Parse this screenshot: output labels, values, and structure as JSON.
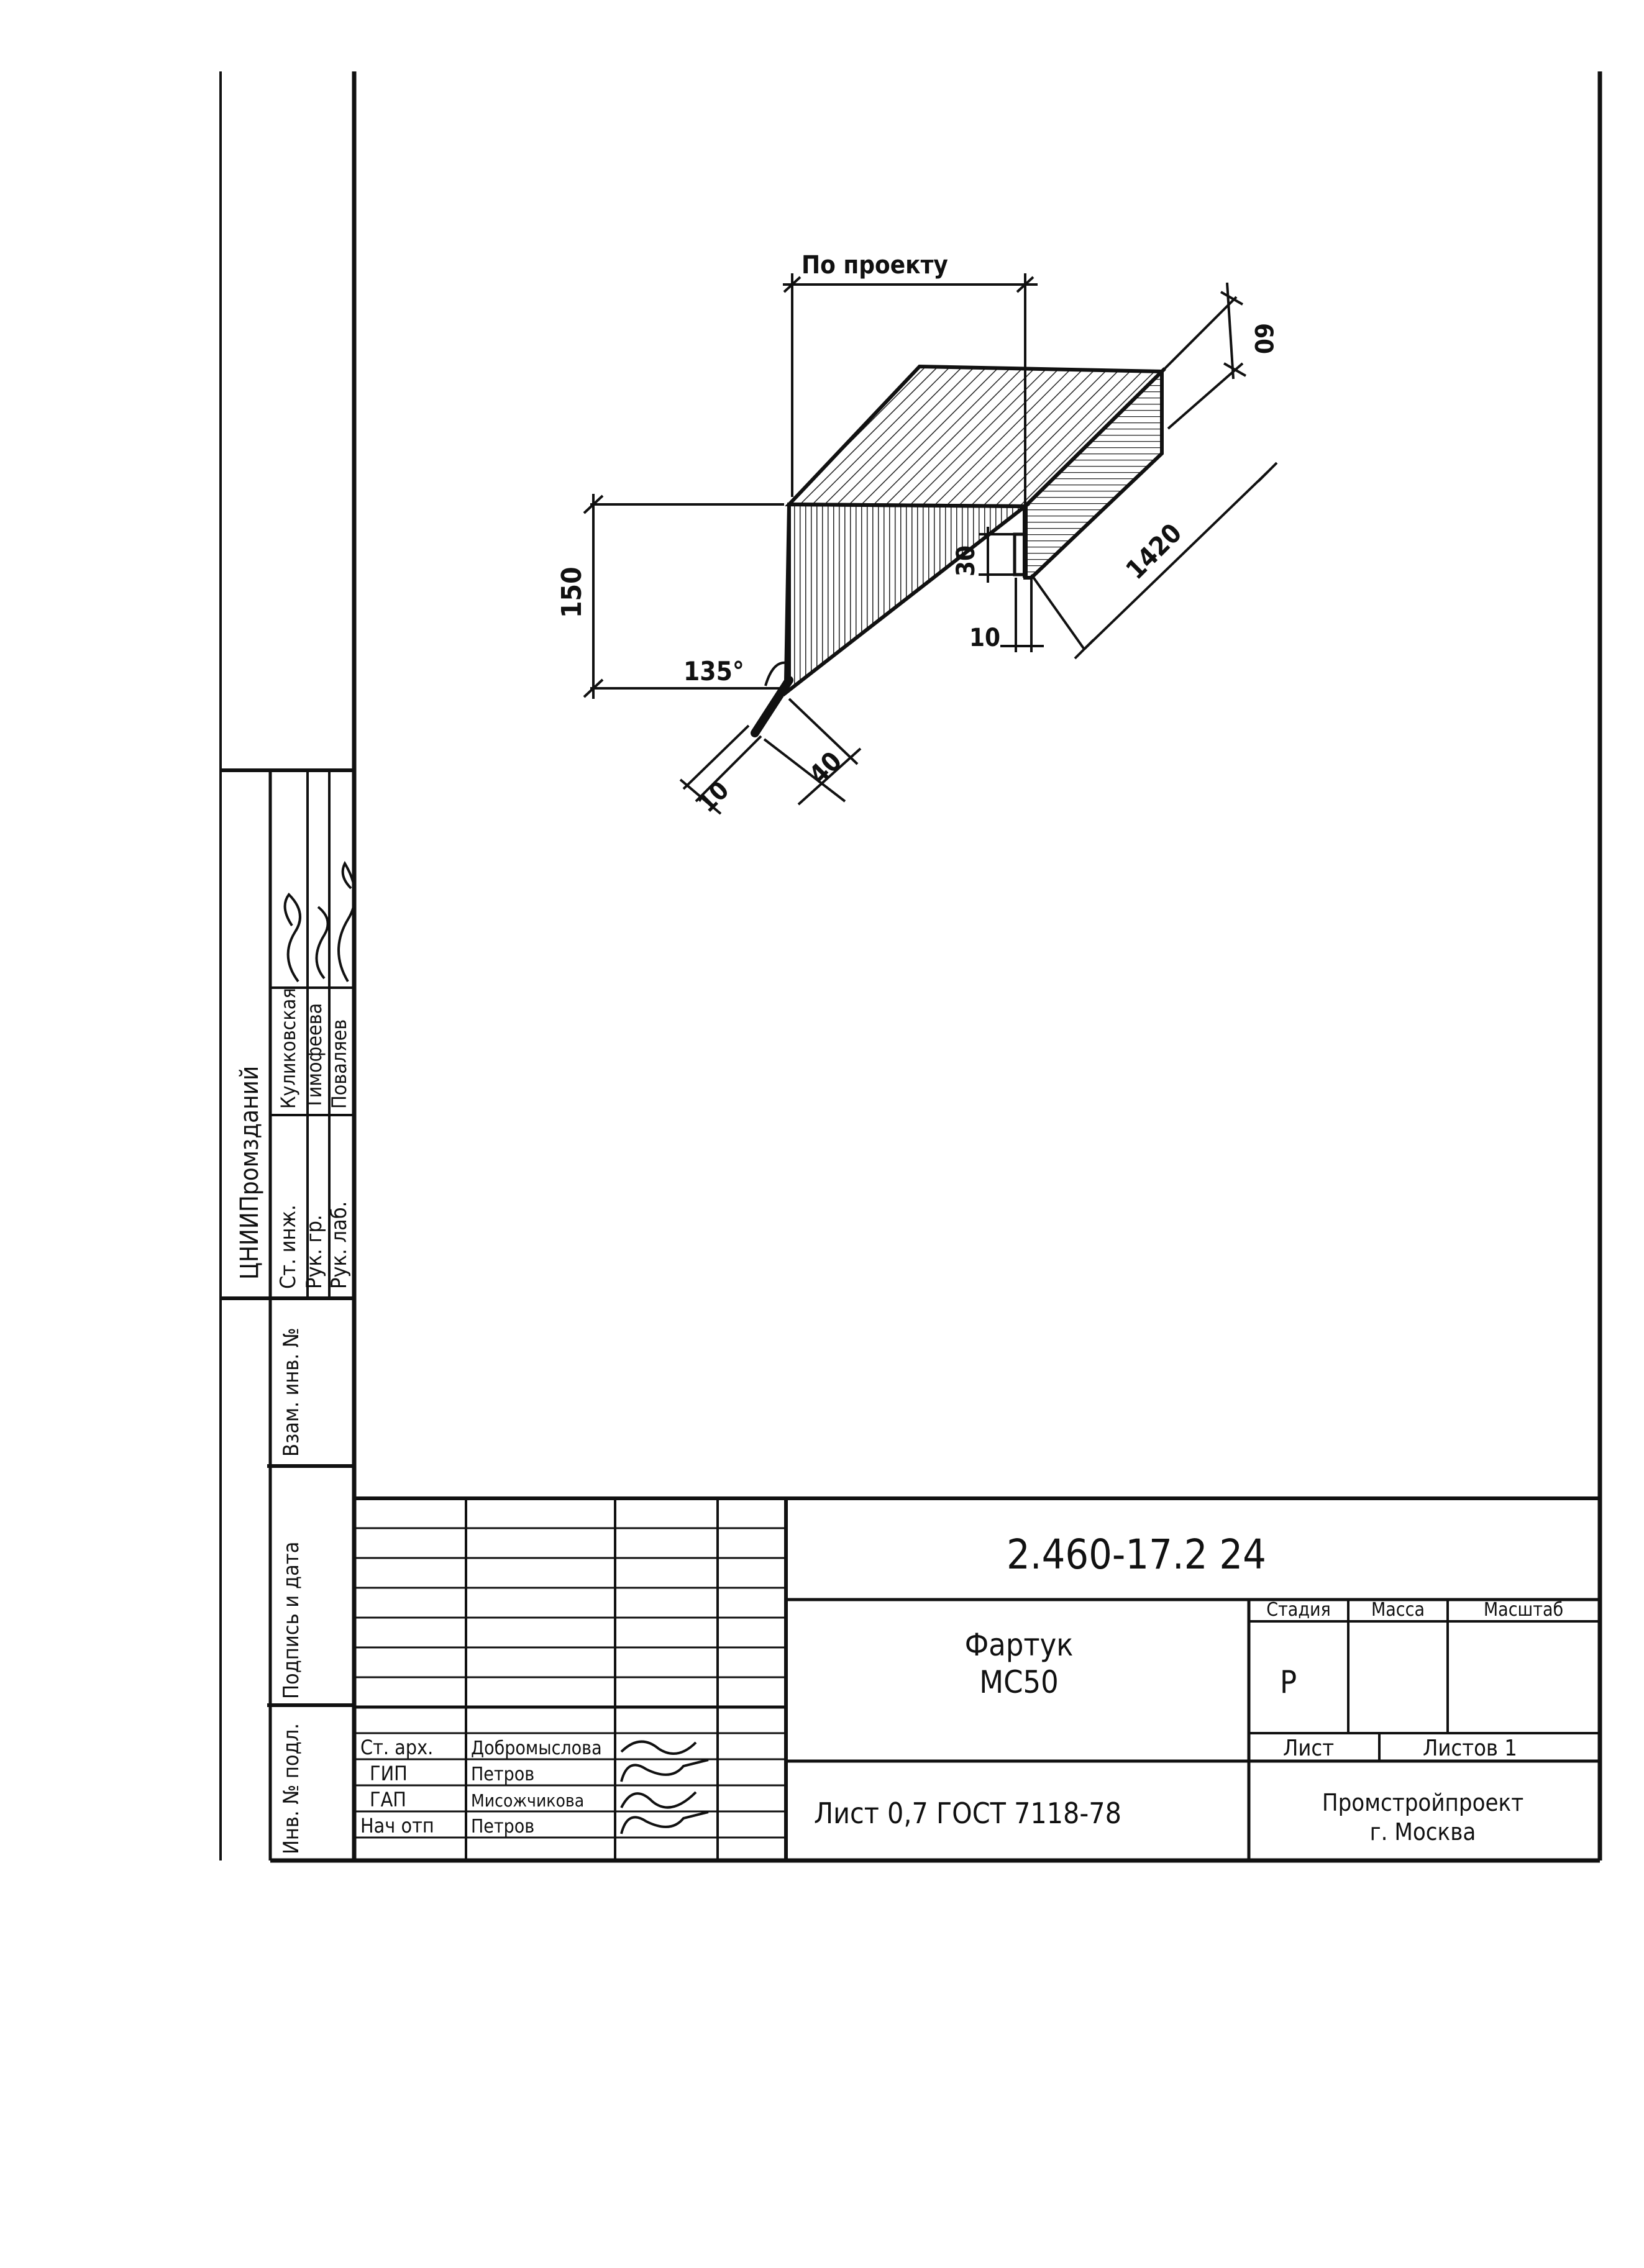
{
  "drawing": {
    "dims": {
      "top_width": "По проекту",
      "width_60": "60",
      "height_150": "150",
      "angle_135": "135°",
      "dim_30": "30",
      "dim_10_right": "10",
      "dim_1420": "1420",
      "dim_10_left": "10",
      "dim_40": "40"
    }
  },
  "side_stamp": {
    "org": "ЦНИИПромзданий",
    "rows": [
      {
        "role": "Ст. инж.",
        "name": "Куликовская"
      },
      {
        "role": "Рук. гр.",
        "name": "Тимофеева"
      },
      {
        "role": "Рук. лаб.",
        "name": "Поваляев"
      }
    ],
    "label_vzam": "Взам. инв. №",
    "label_podpis": "Подпись и дата",
    "label_inv": "Инв. № подл."
  },
  "title_block": {
    "doc_number": "2.460-17.2  24",
    "name_line1": "Фартук",
    "name_line2": "МС50",
    "stadia_label": "Стадия",
    "massa_label": "Масса",
    "masshtab_label": "Масштаб",
    "stadia_value": "Р",
    "list_label": "Лист",
    "listov_label": "Листов 1",
    "material": "Лист  0,7  ГОСТ 7118-78",
    "org_line1": "Промстройпроект",
    "org_line2": "г. Москва",
    "people": [
      {
        "role": "Ст. арх.",
        "name": "Добромыслова"
      },
      {
        "role": "ГИП",
        "name": "Петров"
      },
      {
        "role": "ГАП",
        "name": "Мисожчикова"
      },
      {
        "role": "Нач отп",
        "name": "Петров"
      }
    ]
  }
}
